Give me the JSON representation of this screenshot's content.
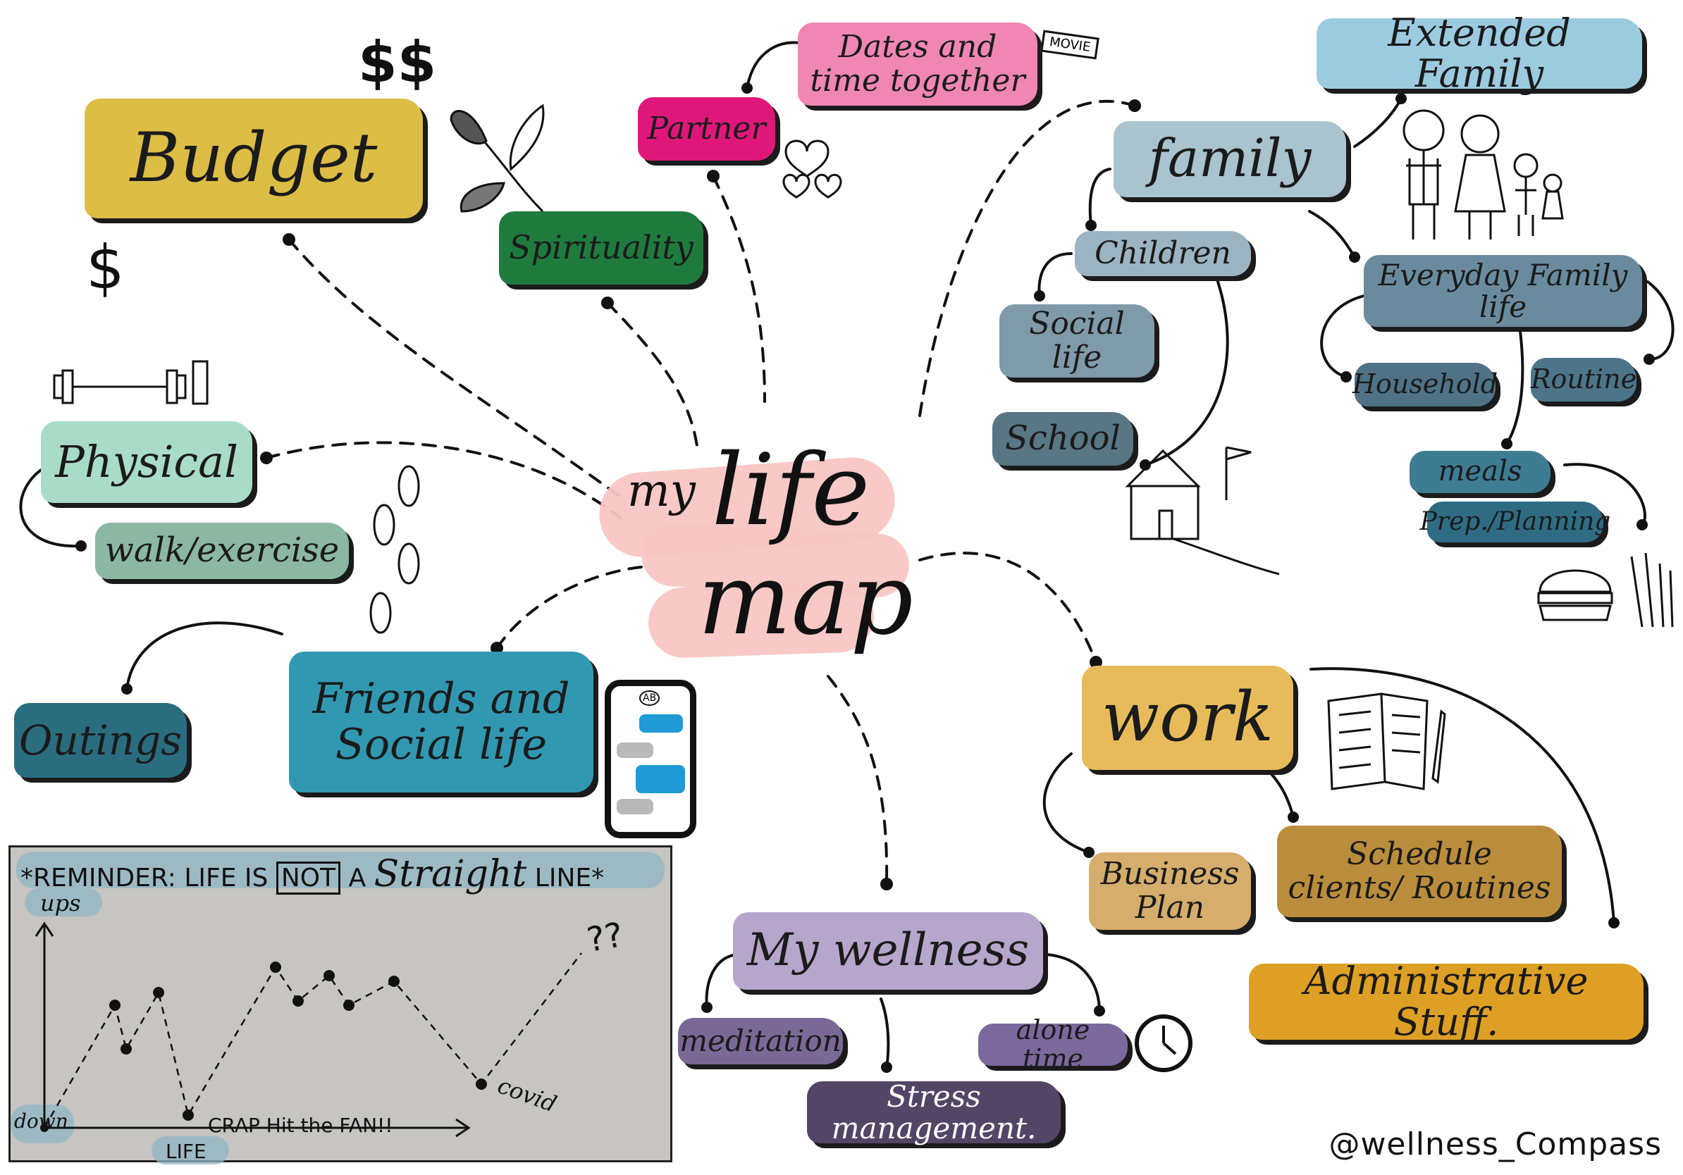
{
  "title": {
    "my": "my",
    "life": "life",
    "map": "map"
  },
  "nodes": {
    "budget": "Budget",
    "spirituality": "Spirituality",
    "partner": "Partner",
    "dates": "Dates and time together",
    "extended_family": "Extended Family",
    "family": "family",
    "children": "Children",
    "social_life": "Social life",
    "school": "School",
    "everyday_family_life": "Everyday Family life",
    "household": "Household",
    "routine": "Routine",
    "meals": "meals",
    "prep_planning": "Prep./Planning",
    "physical": "Physical",
    "walk_exercise": "walk/exercise",
    "friends_social": "Friends and Social life",
    "outings": "Outings",
    "work": "work",
    "business_plan": "Business Plan",
    "schedule_clients": "Schedule clients/ Routines",
    "administrative": "Administrative Stuff.",
    "my_wellness": "My wellness",
    "meditation": "meditation",
    "alone_time": "alone time",
    "stress_management": "Stress management."
  },
  "decor": {
    "dollar_top": "$$",
    "dollar_left": "$",
    "movie": "MOVIE",
    "phone_badge": "AB"
  },
  "reminder": {
    "prefix": "*REMINDER: LIFE IS",
    "not": "NOT",
    "a": "A",
    "straight": "Straight",
    "line": "LINE*",
    "ups": "ups",
    "down": "down",
    "life_axis": "LIFE",
    "crap": "CRAP Hit the FAN!!",
    "covid": "covid",
    "question": "??"
  },
  "handle": "@wellness_Compass",
  "colors": {
    "budget": "#dcbd45",
    "spirituality": "#1f7a3e",
    "partner": "#e0177a",
    "dates": "#ef86b4",
    "extended_family": "#9ccbe0",
    "family": "#a9c3cf",
    "children": "#9cb4c2",
    "social_life": "#7f9aa9",
    "school": "#587684",
    "everyday": "#6a8b9e",
    "household": "#4f7286",
    "routine": "#4d7589",
    "meals": "#3e7c94",
    "prep": "#2f6c84",
    "physical": "#a9dcc8",
    "walk": "#8bb7a3",
    "friends": "#3198b2",
    "outings": "#2a6d7f",
    "work": "#e8bb5a",
    "business": "#d5ad6c",
    "schedule": "#ba8d3d",
    "admin": "#dd9f24",
    "wellness": "#b6a6cb",
    "meditation": "#7a6996",
    "alone": "#7b689c",
    "stress": "#534566",
    "title_blob": "#f8c6c3",
    "panel": "#c7c5c2",
    "highlight": "#8fb5c4"
  }
}
